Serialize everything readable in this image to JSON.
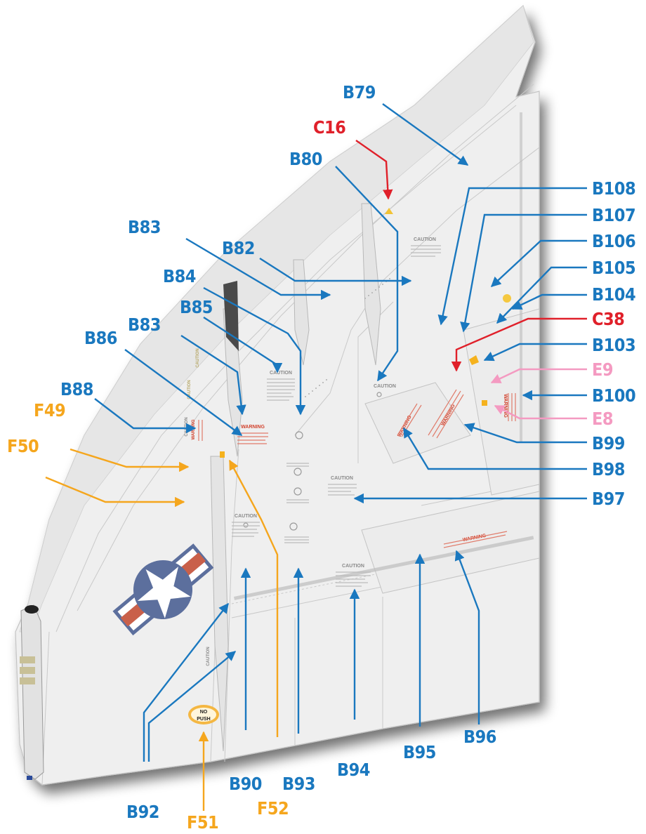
{
  "colors": {
    "blue": "#1a78bf",
    "red": "#e0202a",
    "orange": "#f5a61d",
    "pink": "#f49ac1",
    "skin": "#efefef",
    "panel_line": "#c9c9c9",
    "insignia_blue": "#5c6f9d",
    "insignia_red": "#c9604a"
  },
  "stencils": {
    "caution": "CAUTION",
    "warning": "WARNING",
    "no": "NO",
    "push": "PUSH"
  },
  "callouts": [
    {
      "id": "B79",
      "label": "B79",
      "color": "blue"
    },
    {
      "id": "C16",
      "label": "C16",
      "color": "red"
    },
    {
      "id": "B80",
      "label": "B80",
      "color": "blue"
    },
    {
      "id": "B108",
      "label": "B108",
      "color": "blue"
    },
    {
      "id": "B107",
      "label": "B107",
      "color": "blue"
    },
    {
      "id": "B106",
      "label": "B106",
      "color": "blue"
    },
    {
      "id": "B105",
      "label": "B105",
      "color": "blue"
    },
    {
      "id": "B104",
      "label": "B104",
      "color": "blue"
    },
    {
      "id": "C38",
      "label": "C38",
      "color": "red"
    },
    {
      "id": "B103",
      "label": "B103",
      "color": "blue"
    },
    {
      "id": "E9",
      "label": "E9",
      "color": "pink"
    },
    {
      "id": "B100",
      "label": "B100",
      "color": "blue"
    },
    {
      "id": "E8",
      "label": "E8",
      "color": "pink"
    },
    {
      "id": "B99",
      "label": "B99",
      "color": "blue"
    },
    {
      "id": "B98",
      "label": "B98",
      "color": "blue"
    },
    {
      "id": "B97",
      "label": "B97",
      "color": "blue"
    },
    {
      "id": "B83a",
      "label": "B83",
      "color": "blue"
    },
    {
      "id": "B82",
      "label": "B82",
      "color": "blue"
    },
    {
      "id": "B84",
      "label": "B84",
      "color": "blue"
    },
    {
      "id": "B85",
      "label": "B85",
      "color": "blue"
    },
    {
      "id": "B83b",
      "label": "B83",
      "color": "blue"
    },
    {
      "id": "B86",
      "label": "B86",
      "color": "blue"
    },
    {
      "id": "B88",
      "label": "B88",
      "color": "blue"
    },
    {
      "id": "F49",
      "label": "F49",
      "color": "orange"
    },
    {
      "id": "F50",
      "label": "F50",
      "color": "orange"
    },
    {
      "id": "B90",
      "label": "B90",
      "color": "blue"
    },
    {
      "id": "F52",
      "label": "F52",
      "color": "orange"
    },
    {
      "id": "B93",
      "label": "B93",
      "color": "blue"
    },
    {
      "id": "B94",
      "label": "B94",
      "color": "blue"
    },
    {
      "id": "B95",
      "label": "B95",
      "color": "blue"
    },
    {
      "id": "B96",
      "label": "B96",
      "color": "blue"
    },
    {
      "id": "B92",
      "label": "B92",
      "color": "blue"
    },
    {
      "id": "F51",
      "label": "F51",
      "color": "orange"
    }
  ]
}
